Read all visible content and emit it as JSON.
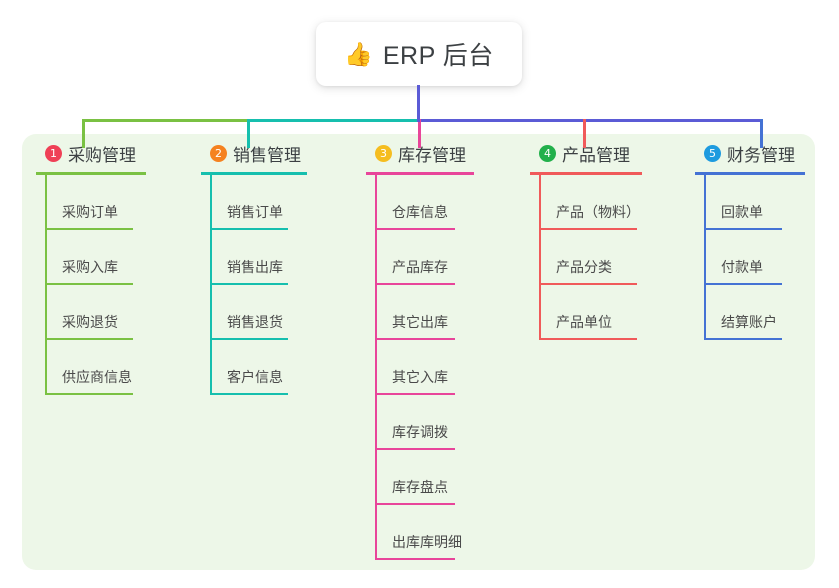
{
  "diagram": {
    "type": "mind-map",
    "root": {
      "icon": "thumbs-up-icon",
      "icon_glyph": "👍",
      "title": "ERP 后台"
    },
    "panel_color": "#edf7e8",
    "root_connector_color": "#5b5bd6",
    "branches": [
      {
        "number": "1",
        "badge_color": "#ef4056",
        "line_color": "#7ac143",
        "title": "采购管理",
        "items": [
          "采购订单",
          "采购入库",
          "采购退货",
          "供应商信息"
        ]
      },
      {
        "number": "2",
        "badge_color": "#f58220",
        "line_color": "#16bfae",
        "title": "销售管理",
        "items": [
          "销售订单",
          "销售出库",
          "销售退货",
          "客户信息"
        ]
      },
      {
        "number": "3",
        "badge_color": "#f5bd1f",
        "line_color": "#e8459a",
        "title": "库存管理",
        "items": [
          "仓库信息",
          "产品库存",
          "其它出库",
          "其它入库",
          "库存调拨",
          "库存盘点",
          "出库库明细"
        ]
      },
      {
        "number": "4",
        "badge_color": "#22b04b",
        "line_color": "#f05a5a",
        "title": "产品管理",
        "items": [
          "产品（物料）",
          "产品分类",
          "产品单位"
        ]
      },
      {
        "number": "5",
        "badge_color": "#1e9bdf",
        "line_color": "#4472d4",
        "title": "财务管理",
        "items": [
          "回款单",
          "付款单",
          "结算账户"
        ]
      }
    ]
  }
}
